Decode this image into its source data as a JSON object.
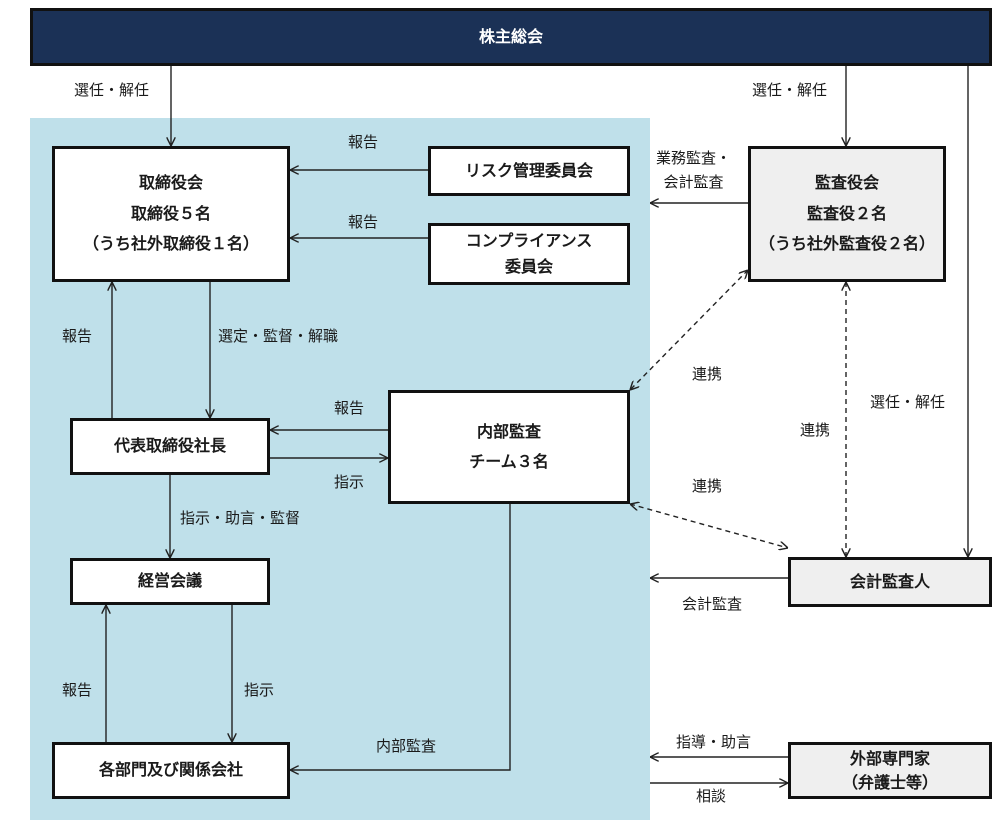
{
  "nodes": {
    "shareholders": "株主総会",
    "board": [
      "取締役会",
      "取締役５名",
      "（うち社外取締役１名）"
    ],
    "risk": "リスク管理委員会",
    "compliance": [
      "コンプライアンス",
      "委員会"
    ],
    "auditors": [
      "監査役会",
      "監査役２名",
      "（うち社外監査役２名）"
    ],
    "president": "代表取締役社長",
    "internal_audit": [
      "内部監査",
      "チーム３名"
    ],
    "management": "経営会議",
    "accountant": "会計監査人",
    "departments": "各部門及び関係会社",
    "experts": [
      "外部専門家",
      "（弁護士等）"
    ]
  },
  "edge_labels": {
    "elect_left": "選任・解任",
    "elect_right": "選任・解任",
    "report_risk": "報告",
    "report_compliance": "報告",
    "business_audit": [
      "業務監査・",
      "会計監査"
    ],
    "report_board": "報告",
    "select_supervise": "選定・監督・解職",
    "report_ia": "報告",
    "instruct_ia": "指示",
    "cooperation_1": "連携",
    "cooperation_2": "連携",
    "cooperation_3": "連携",
    "elect_accountant": "選任・解任",
    "instruct_advise": "指示・助言・監督",
    "accounting_audit": "会計監査",
    "report_mgmt": "報告",
    "instruct_mgmt": "指示",
    "internal_audit_label": "内部監査",
    "guidance": "指導・助言",
    "consultation": "相談"
  },
  "colors": {
    "panel": "#bfe0ea",
    "title_bar": "#1b3156"
  }
}
